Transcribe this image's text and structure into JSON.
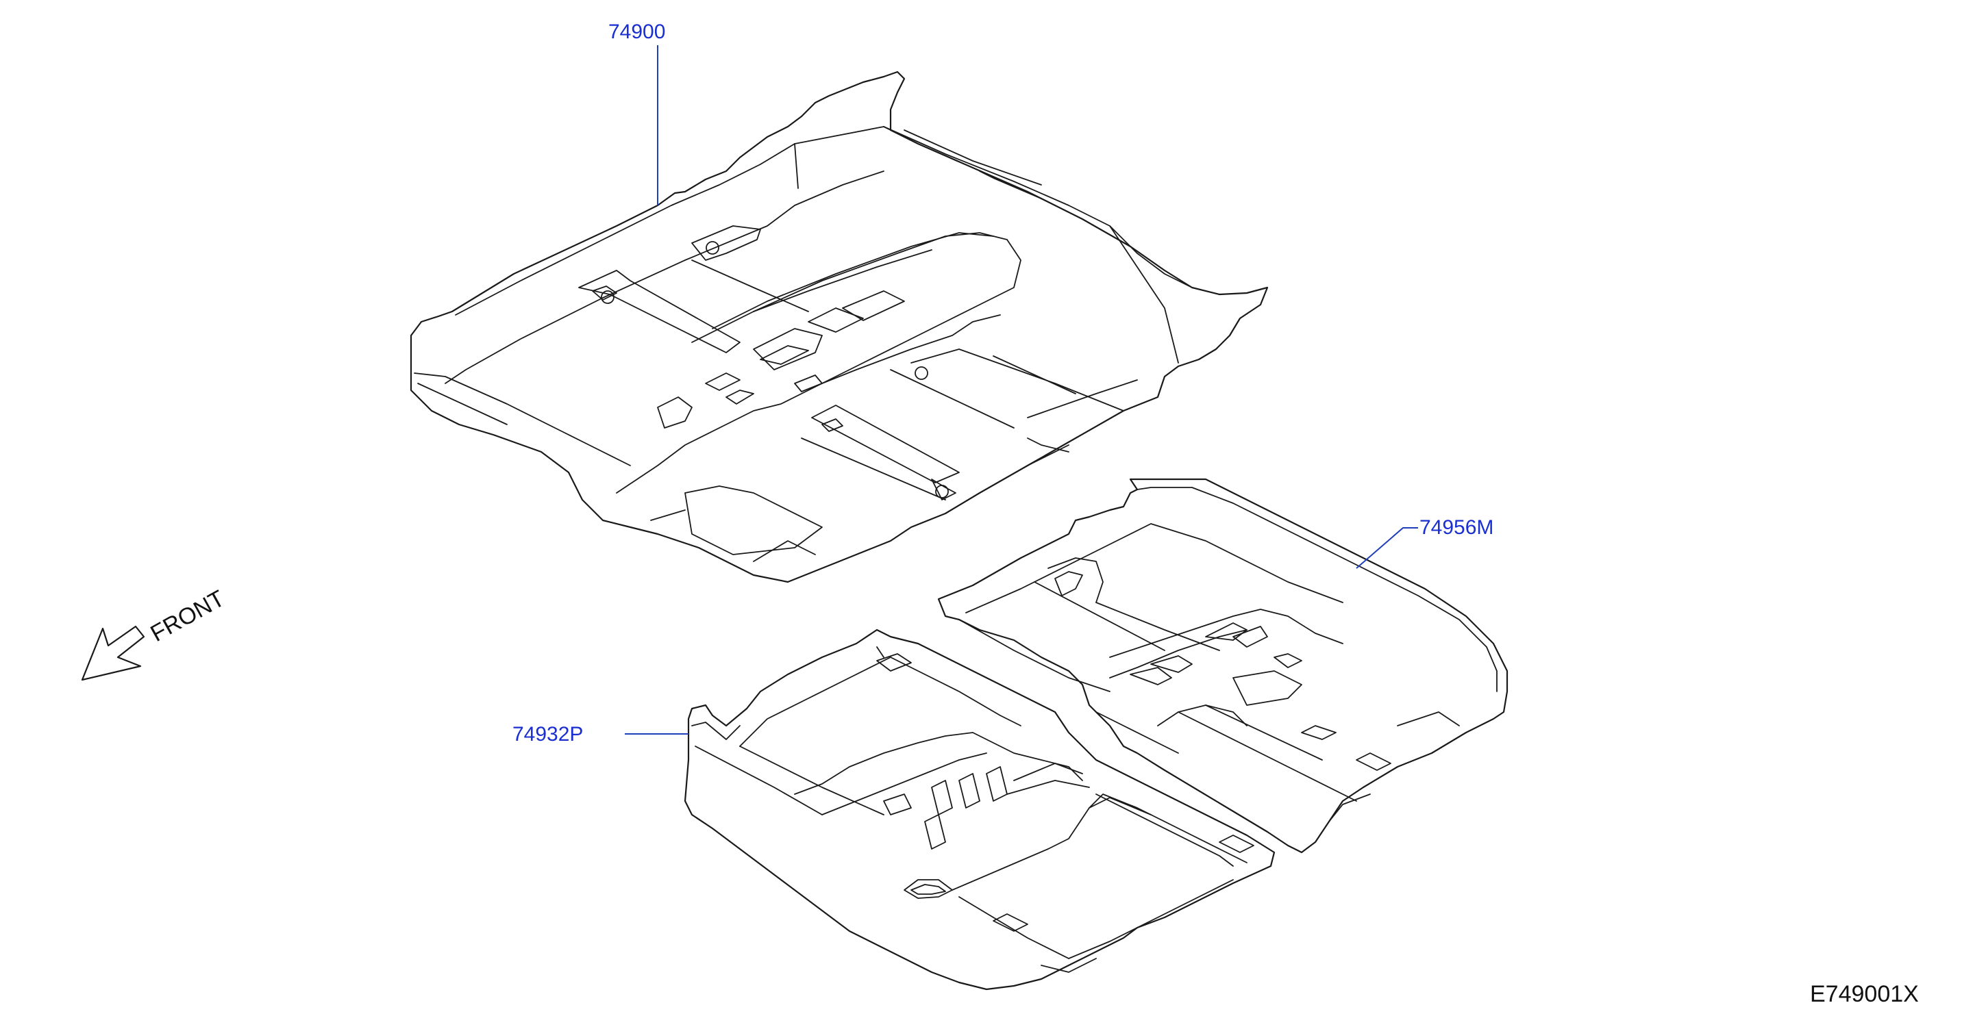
{
  "diagram": {
    "parts": [
      {
        "id": "part-74900",
        "number": "74900"
      },
      {
        "id": "part-74956m",
        "number": "74956M"
      },
      {
        "id": "part-74932p",
        "number": "74932P"
      }
    ],
    "direction_label": "FRONT",
    "illustration_code": "E749001X",
    "colors": {
      "callout": "#1a2fd0",
      "line": "#1a1a1a",
      "background": "#ffffff"
    }
  }
}
